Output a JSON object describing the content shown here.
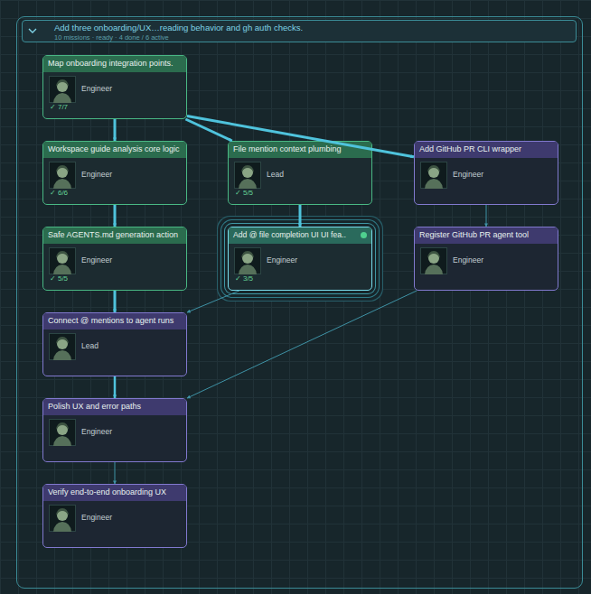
{
  "diagram": {
    "nodes": [
      {
        "text": [
          "Add three onboarding/UX…reading behavior and gh auth checks.",
          "10 missions · ready · 4 done / 6 active"
        ]
      },
      {
        "text": [
          "Map onboarding integration points.",
          "Engineer",
          "✓ 7/7"
        ],
        "in": 0
      },
      {
        "text": [
          "Workspace guide analysis core logic",
          "Engineer",
          "✓ 6/6"
        ],
        "in": 0
      },
      {
        "text": [
          "File mention context plumbing",
          "Lead",
          "✓ 5/5"
        ],
        "in": 0
      },
      {
        "text": [
          "Add GitHub PR CLI wrapper",
          "Engineer"
        ],
        "in": 0
      },
      {
        "text": [
          "Safe AGENTS.md generation action",
          "Engineer",
          "✓ 5/5"
        ],
        "in": 0
      },
      {
        "text": [
          "Add @ file completion UI UI fea..",
          "Engineer",
          "✓ 3/5"
        ],
        "in": 0
      },
      {
        "text": [
          "Register GitHub PR agent tool",
          "Engineer"
        ],
        "in": 0
      },
      {
        "text": [
          "Connect @ mentions to agent runs",
          "Lead"
        ],
        "in": 0
      },
      {
        "text": [
          "Polish UX and error paths",
          "Engineer"
        ],
        "in": 0
      },
      {
        "text": [
          "Verify end-to-end onboarding UX",
          "Engineer"
        ],
        "in": 0
      }
    ],
    "edges": [
      {
        "from": 1,
        "to": 2,
        "arrow": "to"
      },
      {
        "from": 1,
        "to": 3,
        "arrow": "to"
      },
      {
        "from": 1,
        "to": 4,
        "arrow": "to"
      },
      {
        "from": 2,
        "to": 5,
        "arrow": "to"
      },
      {
        "from": 3,
        "to": 6,
        "arrow": "to"
      },
      {
        "from": 4,
        "to": 7,
        "arrow": "to"
      },
      {
        "from": 5,
        "to": 8,
        "arrow": "to"
      },
      {
        "from": 6,
        "to": 8,
        "arrow": "to"
      },
      {
        "from": 8,
        "to": 9,
        "arrow": "to"
      },
      {
        "from": 7,
        "to": 9,
        "arrow": "to"
      },
      {
        "from": 9,
        "to": 10,
        "arrow": "to"
      }
    ]
  }
}
